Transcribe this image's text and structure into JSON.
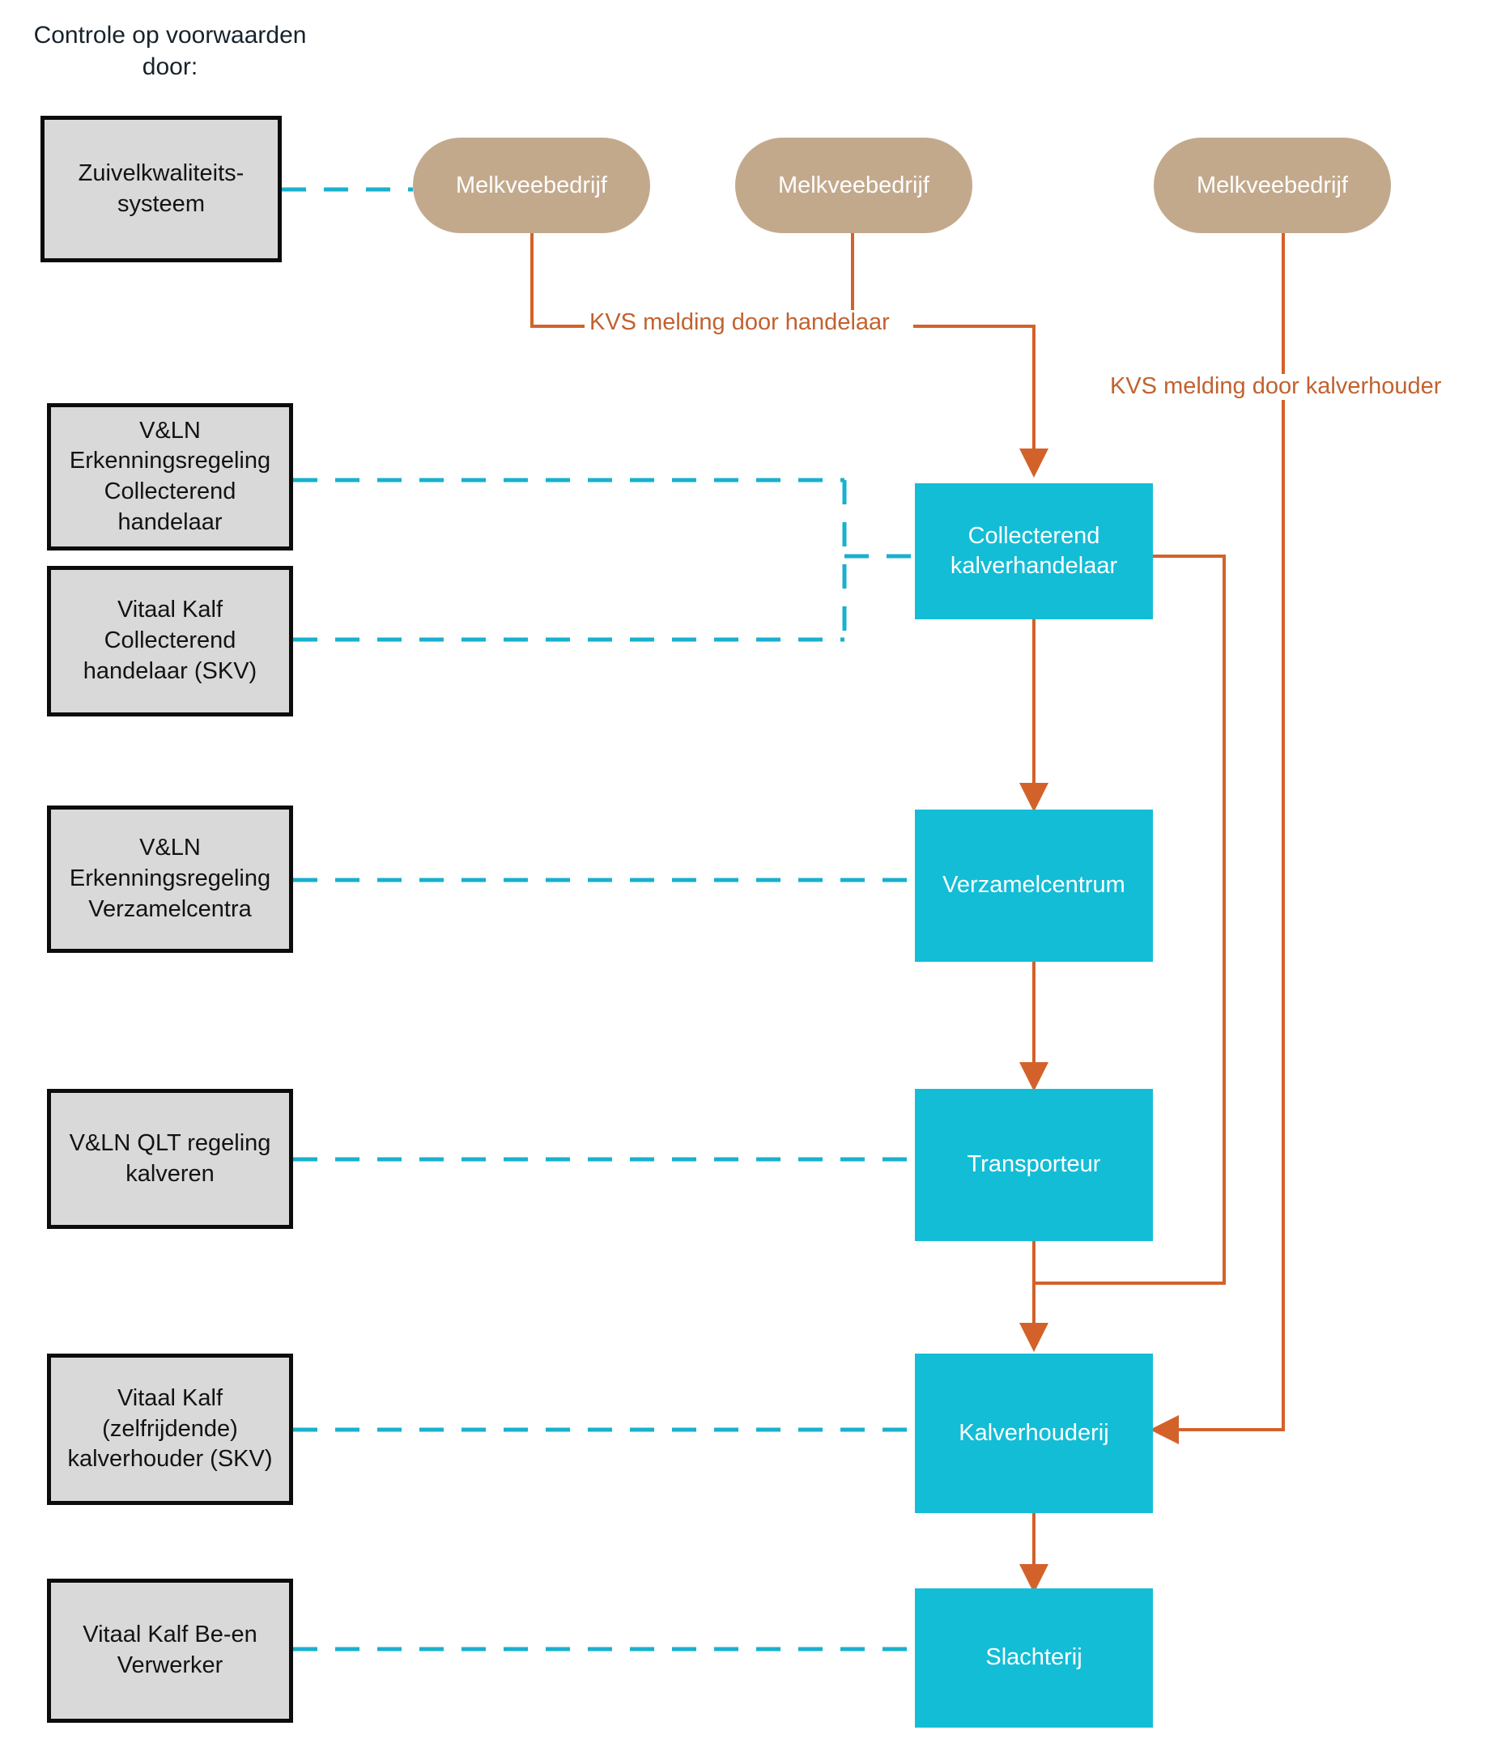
{
  "diagram": {
    "type": "flowchart",
    "title": "Controle op voorwaarden\ndoor:",
    "colors": {
      "process_node": "#13bdd6",
      "source_pill": "#c3a98c",
      "control_box_fill": "#d9d9d9",
      "control_box_border": "#0c0c0c",
      "flow_edge": "#d3622a",
      "audit_edge": "#18b1ce",
      "node_text": "#ffffff",
      "control_text": "#131313",
      "flow_label_text": "#c1622f"
    }
  },
  "sources": [
    {
      "id": "melkveebedrijf-1",
      "label": "Melkveebedrijf"
    },
    {
      "id": "melkveebedrijf-2",
      "label": "Melkveebedrijf"
    },
    {
      "id": "melkveebedrijf-3",
      "label": "Melkveebedrijf"
    }
  ],
  "control_boxes": [
    {
      "id": "zuivelkwaliteitssysteem",
      "label": "Zuivelkwaliteits-\nsysteem"
    },
    {
      "id": "vln-erkenningsregeling-collecterend-handelaar",
      "label": "V&LN\nErkenningsregeling\nCollecterend\nhandelaar"
    },
    {
      "id": "vitaal-kalf-collecterend-handelaar-skv",
      "label": "Vitaal Kalf\nCollecterend\nhandelaar (SKV)"
    },
    {
      "id": "vln-erkenningsregeling-verzamelcentra",
      "label": "V&LN\nErkenningsregeling\nVerzamelcentra"
    },
    {
      "id": "vln-qlt-regeling-kalveren",
      "label": "V&LN QLT regeling\nkalveren"
    },
    {
      "id": "vitaal-kalf-zelfrijdende-kalverhouder-skv",
      "label": "Vitaal Kalf\n(zelfrijdende)\nkalverhouder (SKV)"
    },
    {
      "id": "vitaal-kalf-be-en-verwerker",
      "label": "Vitaal Kalf Be-en\nVerwerker"
    }
  ],
  "process_nodes": [
    {
      "id": "collecterend-kalverhandelaar",
      "label": "Collecterend\nkalverhandelaar"
    },
    {
      "id": "verzamelcentrum",
      "label": "Verzamelcentrum"
    },
    {
      "id": "transporteur",
      "label": "Transporteur"
    },
    {
      "id": "kalverhouderij",
      "label": "Kalverhouderij"
    },
    {
      "id": "slachterij",
      "label": "Slachterij"
    }
  ],
  "flow_labels": [
    {
      "id": "kvs-melding-door-handelaar",
      "label": "KVS melding door handelaar"
    },
    {
      "id": "kvs-melding-door-kalverhouder",
      "label": "KVS melding door kalverhouder"
    }
  ]
}
